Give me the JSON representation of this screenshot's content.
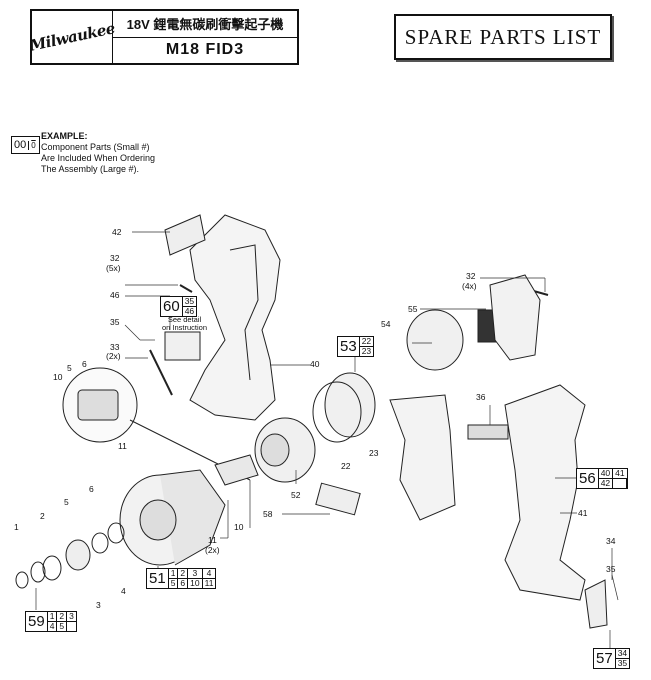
{
  "header": {
    "brand": "Milwaukee",
    "title_zh": "18V 鋰電無碳刷衝擊起子機",
    "model": "M18 FID3",
    "doc_title": "SPARE PARTS LIST"
  },
  "example": {
    "big": "00",
    "small": "0",
    "heading": "EXAMPLE:",
    "lines": [
      "Component Parts (Small #)",
      "Are Included When Ordering",
      "The Assembly (Large #)."
    ]
  },
  "labels": {
    "p42": "42",
    "p32a": "32",
    "p32a_q": "(5x)",
    "p46": "46",
    "p35a": "35",
    "p33": "33",
    "p33_q": "(2x)",
    "p10a": "10",
    "p5a": "5",
    "p6a": "6",
    "p11a": "11",
    "p40": "40",
    "p22": "22",
    "p23": "23",
    "p54": "54",
    "p55": "55",
    "p32b": "32",
    "p32b_q": "(4x)",
    "p36": "36",
    "p41": "41",
    "p58": "58",
    "p52": "52",
    "p10b": "10",
    "p11b": "11",
    "p11b_q": "(2x)",
    "p5b": "5",
    "p6b": "6",
    "p1": "1",
    "p2": "2",
    "p3": "3",
    "p4": "4",
    "p34": "34",
    "p35b": "35",
    "see_detail": "See detail",
    "on_instruction": "on Instruction"
  },
  "kits": {
    "k60": {
      "num": "60",
      "parts": [
        "35",
        "46"
      ]
    },
    "k53": {
      "num": "53",
      "parts": [
        "22",
        "23"
      ]
    },
    "k56": {
      "num": "56",
      "parts": [
        "40",
        "41",
        "42"
      ]
    },
    "k51": {
      "num": "51",
      "parts": [
        "1",
        "2",
        "3",
        "4",
        "5",
        "6",
        "10",
        "11"
      ]
    },
    "k59": {
      "num": "59",
      "parts": [
        "1",
        "2",
        "3",
        "4",
        "5"
      ]
    },
    "k57": {
      "num": "57",
      "parts": [
        "34",
        "35"
      ]
    }
  }
}
